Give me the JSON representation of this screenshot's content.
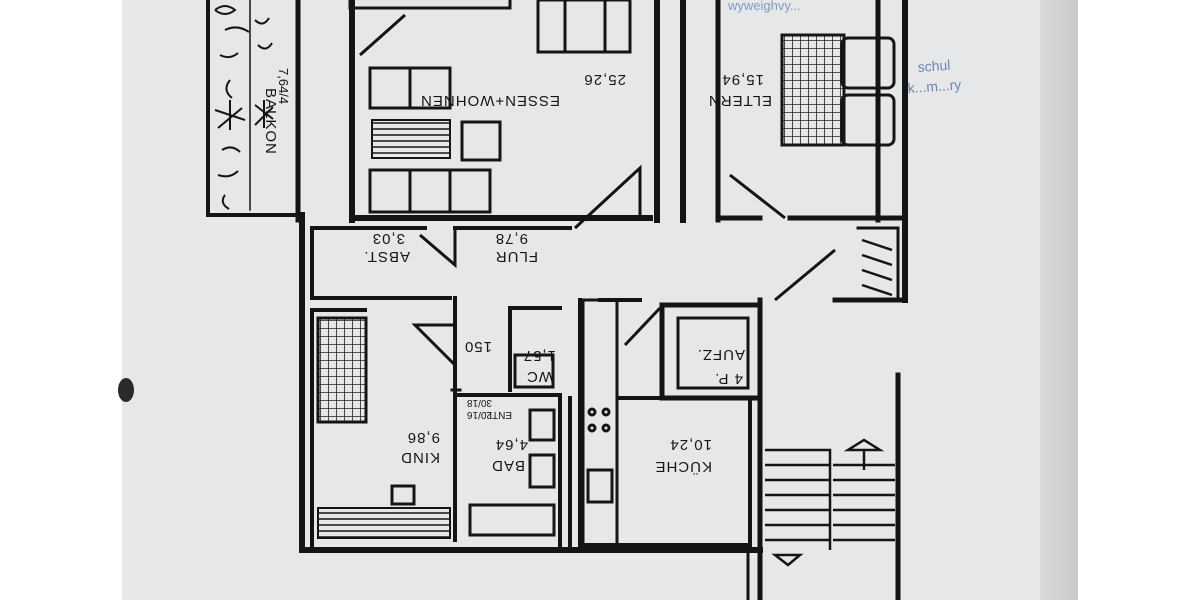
{
  "rooms": {
    "essen_wohnen": {
      "name": "ESSEN+WOHNEN",
      "area": "25,26"
    },
    "eltern": {
      "name": "ELTERN",
      "area": "15,94"
    },
    "balkon": {
      "name": "BALKON",
      "area": "7,64/4"
    },
    "flur": {
      "name": "FLUR",
      "area": "9,78"
    },
    "abst": {
      "name": "ABST.",
      "area": "3,03"
    },
    "kind": {
      "name": "KIND",
      "area": "9,86"
    },
    "bad": {
      "name": "BAD",
      "area": "4,64"
    },
    "wc": {
      "name": "WC",
      "area": "1,57"
    },
    "kueche": {
      "name": "KÜCHE",
      "area": "10,24"
    },
    "aufz": {
      "name": "AUFZ.",
      "area": "4 P."
    }
  },
  "dimensions": {
    "door_width": "150",
    "bad_note_1": "ENTL.",
    "bad_note_2": "20/16",
    "bad_note_3": "30/18"
  },
  "handwritten": {
    "top_right": "wyweighvy...",
    "right_1": "schul",
    "right_2": "k...m...ry"
  },
  "colors": {
    "paper": "#e6e7e9",
    "ink": "#161616",
    "pen": "#7f9ac0"
  }
}
